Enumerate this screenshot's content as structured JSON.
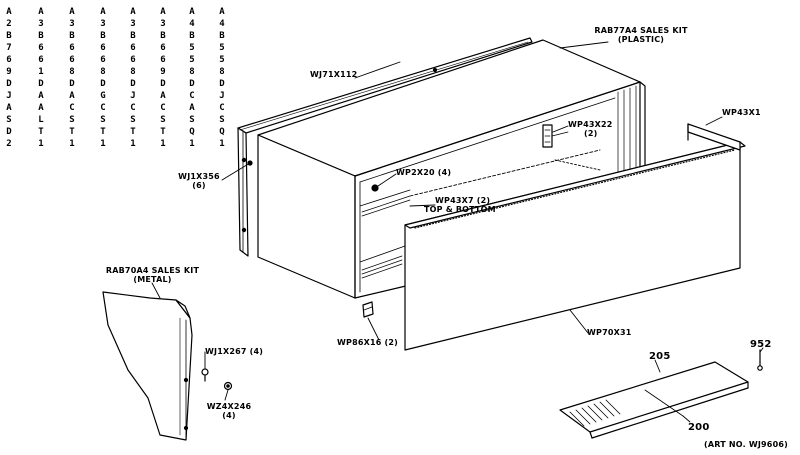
{
  "model_columns": [
    [
      "A",
      "2",
      "B",
      "7",
      "6",
      "9",
      "D",
      "J",
      "A",
      "S",
      "D",
      "2"
    ],
    [
      "A",
      "3",
      "B",
      "6",
      "6",
      "1",
      "D",
      "A",
      "A",
      "L",
      "T",
      "1"
    ],
    [
      "A",
      "3",
      "B",
      "6",
      "6",
      "8",
      "D",
      "A",
      "C",
      "S",
      "T",
      "1"
    ],
    [
      "A",
      "3",
      "B",
      "6",
      "6",
      "8",
      "D",
      "G",
      "C",
      "S",
      "T",
      "1"
    ],
    [
      "A",
      "3",
      "B",
      "6",
      "6",
      "8",
      "D",
      "J",
      "C",
      "S",
      "T",
      "1"
    ],
    [
      "A",
      "3",
      "B",
      "6",
      "6",
      "9",
      "D",
      "A",
      "C",
      "S",
      "T",
      "1"
    ],
    [
      "A",
      "4",
      "B",
      "5",
      "5",
      "8",
      "D",
      "C",
      "A",
      "S",
      "Q",
      "1"
    ],
    [
      "A",
      "4",
      "B",
      "5",
      "5",
      "8",
      "D",
      "J",
      "C",
      "S",
      "Q",
      "1"
    ]
  ],
  "labels": {
    "kit_plastic_1": "RAB77A4 SALES KIT",
    "kit_plastic_2": "(PLASTIC)",
    "wj71x112": "WJ71X112",
    "wp43x1": "WP43X1",
    "wp43x22": "WP43X22",
    "wp43x22_qty": "(2)",
    "wj1x356": "WJ1X356",
    "wj1x356_qty": "(6)",
    "wp2x20": "WP2X20 (4)",
    "wp43x7": "WP43X7 (2)",
    "top_bottom": "TOP & BOTTOM",
    "kit_metal_1": "RAB70A4 SALES KIT",
    "kit_metal_2": "(METAL)",
    "wp86x16": "WP86X16 (2)",
    "wp70x31": "WP70X31",
    "wj1x267": "WJ1X267 (4)",
    "wz4x246": "WZ4X246",
    "wz4x246_qty": "(4)",
    "part_952": "952",
    "part_205": "205",
    "part_200": "200",
    "art_no": "(ART NO. WJ9606)"
  }
}
